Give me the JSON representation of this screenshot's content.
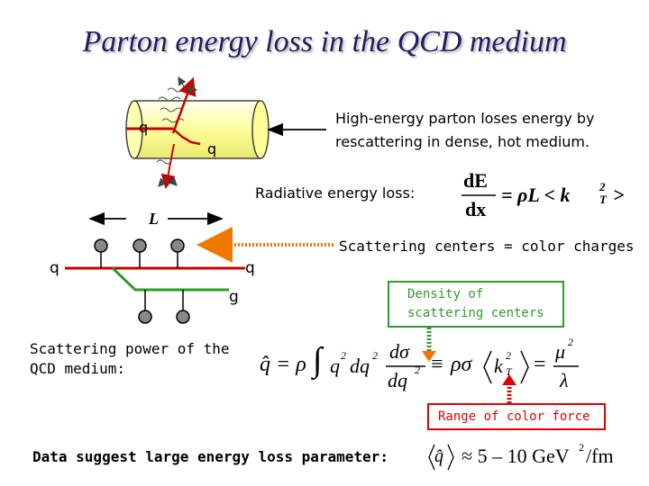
{
  "title": "Parton energy loss in the QCD medium",
  "tube": {
    "label_in": "q",
    "label_out": "q"
  },
  "description": {
    "line1": "High-energy parton loses energy by",
    "line2": "rescattering in dense, hot medium."
  },
  "radiative": {
    "label": "Radiative energy loss:",
    "formula_lhs_num": "dE",
    "formula_lhs_den": "dx",
    "formula_rhs": "= ρL < k",
    "formula_sub": "T",
    "formula_sup": "2",
    "formula_end": ">"
  },
  "scattering_diagram": {
    "length_label": "L",
    "q_in": "q",
    "q_out": "q",
    "gluon": "g"
  },
  "scattering_centers_label": "Scattering centers = color charges",
  "density_box": {
    "line1": "Density of",
    "line2": "scattering centers"
  },
  "scattering_power": {
    "line1": "Scattering power of the",
    "line2": "QCD medium:"
  },
  "qhat_formula": {
    "qhat": "q̂",
    "eq1": "= ρ",
    "integrand": "q",
    "sup2": "2",
    "dq": "dq",
    "dsigma": "dσ",
    "dq2": "dq",
    "equiv": "≡",
    "rho_sigma": "ρσ",
    "kt": "k",
    "kt_sub": "T",
    "eq2": "=",
    "mu": "μ",
    "lambda": "λ"
  },
  "range_box": "Range of color force",
  "conclusion": {
    "text": "Data suggest large energy loss parameter:",
    "value": "≈ 5 – 10 GeV",
    "sup": "2",
    "unit": "/fm",
    "qhat": "q̂"
  },
  "colors": {
    "title": "#1f1f5c",
    "tube": "#ffff99",
    "green_box": "#2e9b2e",
    "red_box": "#e00000",
    "dotted_arrow": "#f07800",
    "tube_line": "#c00000",
    "gluon_line": "#2e9b2e"
  }
}
